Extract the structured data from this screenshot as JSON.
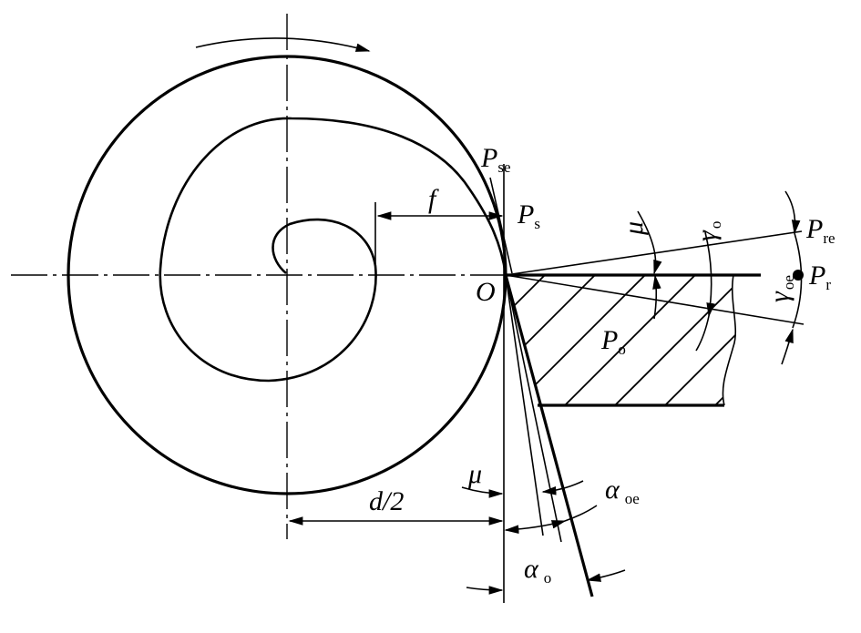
{
  "labels": {
    "P_se": {
      "main": "P",
      "sub": "se"
    },
    "f": "f",
    "P_s": {
      "main": "P",
      "sub": "s"
    },
    "mu_top": "μ",
    "gamma_o": {
      "main": "γ",
      "sub": "o"
    },
    "P_re": {
      "main": "P",
      "sub": "re"
    },
    "O": "O",
    "P_r": {
      "main": "P",
      "sub": "r"
    },
    "gamma_oe": {
      "main": "γ",
      "sub": "oe"
    },
    "P_o": {
      "main": "P",
      "sub": "o"
    },
    "mu_bottom": "μ",
    "alpha_oe": {
      "main": "α",
      "sub": "oe"
    },
    "d_half": "d/2",
    "alpha_o": {
      "main": "α",
      "sub": "o"
    }
  }
}
